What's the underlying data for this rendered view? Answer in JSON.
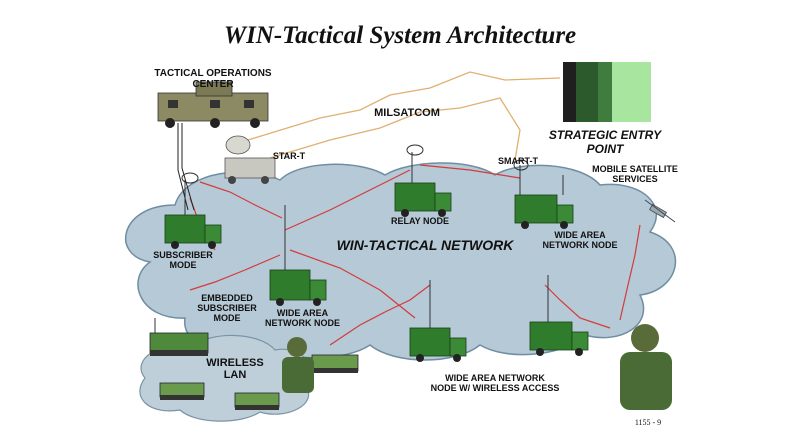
{
  "title": "WIN-Tactical System Architecture",
  "labels": {
    "toc": "TACTICAL OPERATIONS\nCENTER",
    "milsatcom": "MILSATCOM",
    "star_t": "STAR-T",
    "smart_t": "SMART-T",
    "strategic_entry": "STRATEGIC ENTRY\nPOINT",
    "mobile_sat": "MOBILE SATELLITE\nSERVICES",
    "relay_node": "RELAY NODE",
    "wan_node_right": "WIDE AREA\nNETWORK NODE",
    "network": "WIN-TACTICAL NETWORK",
    "subscriber_mode": "SUBSCRIBER\nMODE",
    "embedded_subscriber": "EMBEDDED\nSUBSCRIBER\nMODE",
    "wan_node_center": "WIDE AREA\nNETWORK NODE",
    "wireless_lan": "WIRELESS\nLAN",
    "wan_wireless": "WIDE AREA NETWORK\nNODE W/ WIRELESS ACCESS",
    "figure_number": "1155 - 9"
  },
  "colors": {
    "cloud": "#b6c9d6",
    "cloud_edge": "#6f8ea2",
    "vehicle": "#2f7d2c",
    "radio_link": "#d43a3a",
    "satellite_link": "#e0b070"
  }
}
